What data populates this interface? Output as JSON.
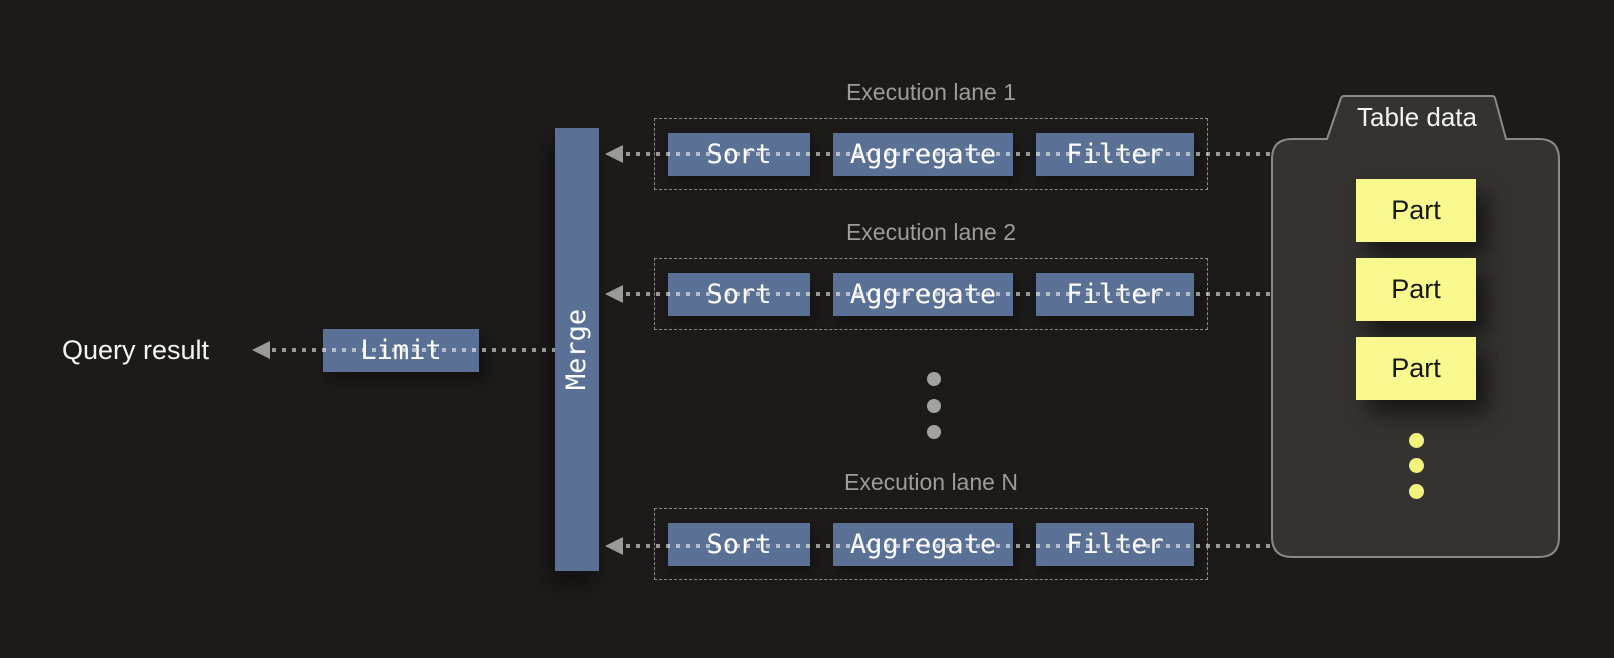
{
  "labels": {
    "query_result": "Query result",
    "limit": "Limit",
    "merge": "Merge"
  },
  "lanes": [
    {
      "title": "Execution lane 1",
      "operators": [
        "Sort",
        "Aggregate",
        "Filter"
      ]
    },
    {
      "title": "Execution lane 2",
      "operators": [
        "Sort",
        "Aggregate",
        "Filter"
      ]
    },
    {
      "title": "Execution lane N",
      "operators": [
        "Sort",
        "Aggregate",
        "Filter"
      ]
    }
  ],
  "table_data": {
    "title": "Table data",
    "parts": [
      "Part",
      "Part",
      "Part"
    ]
  },
  "icons": {
    "arrowhead_left": "left-pointing triangle",
    "ellipsis_vertical": "three vertical dots"
  },
  "colors": {
    "background": "#1c1b19",
    "operator_blue": "#5a7195",
    "part_yellow": "#f8f88e",
    "container_fill": "#34332f",
    "container_border": "#8a8a88",
    "lane_title_gray": "#9c9c9a",
    "arrow_gray": "#9a9a98",
    "text_white": "#f5f5f5"
  }
}
